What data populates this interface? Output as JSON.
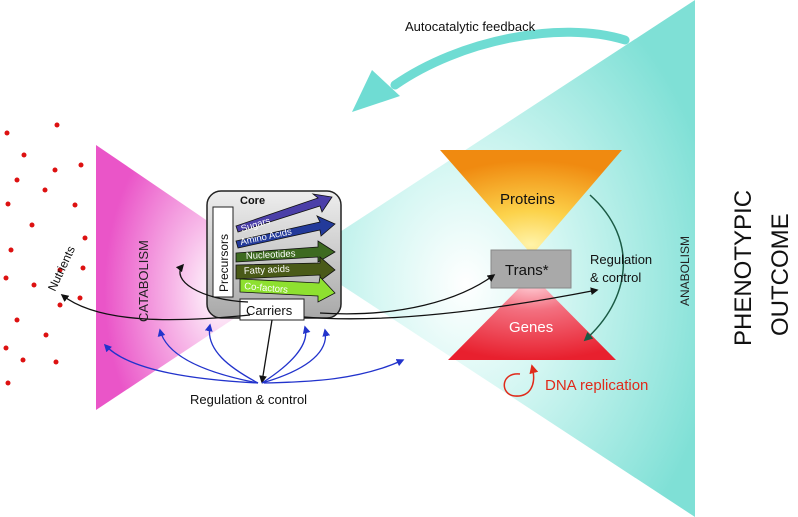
{
  "labels": {
    "autocatalytic": "Autocatalytic feedback",
    "nutrients": "Nutrients",
    "catabolism": "CATABOLISM",
    "core": "Core",
    "precursors": "Precursors",
    "carriers": "Carriers",
    "regulation_bottom": "Regulation & control",
    "proteins": "Proteins",
    "trans": "Trans*",
    "genes": "Genes",
    "regulation_right_1": "Regulation",
    "regulation_right_2": "& control",
    "anabolism": "ANABOLISM",
    "dna_replication": "DNA replication",
    "phenotypic_1": "PHENOTYPIC",
    "phenotypic_2": "OUTCOME"
  },
  "core_arrows": [
    "Sugars",
    "Amino Acids",
    "Nucleotides",
    "Fatty acids",
    "Co-factors"
  ],
  "colors": {
    "anabolism": "#7fe0d6",
    "catabolism": "#ee66cc",
    "proteins": "#f59a1a",
    "genes": "#e8283a",
    "regulation": "#2233cc",
    "dna_replication": "#e02a1a",
    "feedback": "#6fdcd3",
    "regulation_arrow": "#1a5a44",
    "nutrient_dot": "#dd1111"
  },
  "icons": [
    "autocatalytic-feedback-arrow",
    "nutrient-dots",
    "regulation-arrows",
    "dna-replication-loop"
  ]
}
